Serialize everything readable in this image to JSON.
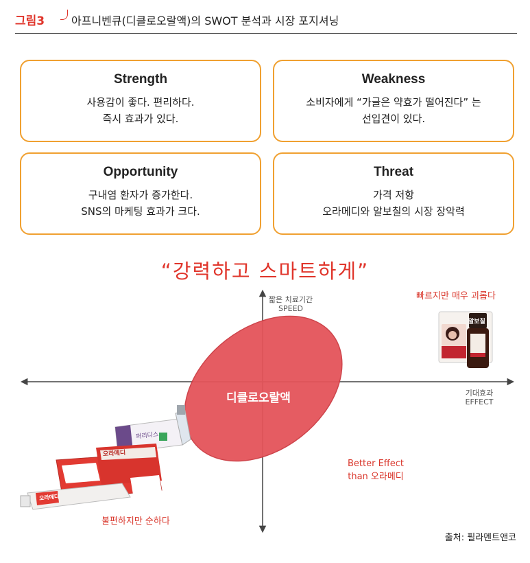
{
  "header": {
    "label": "그림3",
    "title": "아프니벤큐(디클로오랄액)의 SWOT 분석과 시장 포지셔닝"
  },
  "swot": {
    "strength": {
      "title": "Strength",
      "lines": [
        "사용감이 좋다. 편리하다.",
        "즉시 효과가 있다."
      ]
    },
    "weakness": {
      "title": "Weakness",
      "lines": [
        "소비자에게 “가글은 약효가 떨어진다” 는",
        "선입견이 있다."
      ]
    },
    "opportunity": {
      "title": "Opportunity",
      "lines": [
        "구내염 환자가 증가한다.",
        "SNS의 마케팅 효과가 크다."
      ]
    },
    "threat": {
      "title": "Threat",
      "lines": [
        "가격 저항",
        "오라메디와 알보칠의 시장 장악력"
      ]
    }
  },
  "chart": {
    "slogan": "“강력하고 스마트하게”",
    "y_axis": {
      "label_kr": "짧은 치료기간",
      "label_en": "SPEED"
    },
    "x_axis": {
      "label_kr": "기대효과",
      "label_en": "EFFECT"
    },
    "bubble_label": "디클로오랄액",
    "top_right_note": "빠르지만 매우 괴롭다",
    "bottom_left_note": "불편하지만 순하다",
    "better_effect": {
      "line1": "Better Effect",
      "line2": "than 오라메디"
    },
    "products": {
      "albothyl": "알보칠",
      "orame_box": "오라메디",
      "orame_tube": "오라메디",
      "purple_box": "퍼리디스"
    },
    "colors": {
      "bubble": "#e4545a",
      "accent": "#d9362b",
      "box_border": "#f0a030"
    }
  },
  "source": "출처: 필라멘트앤코"
}
